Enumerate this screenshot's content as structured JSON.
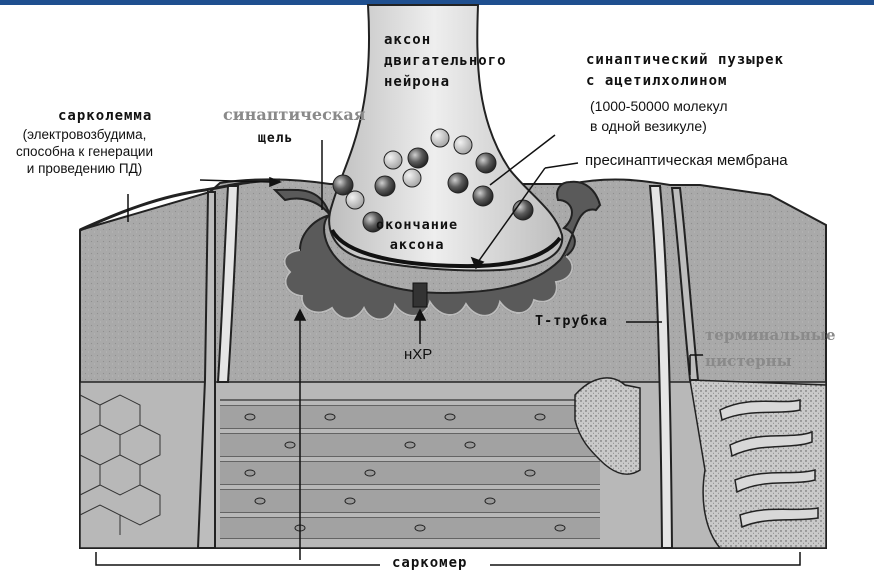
{
  "labels": {
    "axon": "аксон\nдвигательного\nнейрона",
    "vesicle": "синаптический пузырек\nс ацетилхолином",
    "molecules": "(1000-50000 молекул\nв одной везикуле)",
    "presynaptic": "пресинаптическая мембрана",
    "sarcolemma_title": "сарколемма",
    "sarcolemma_desc": "(электровозбудима,\nспособна к генерации\nи проведению ПД)",
    "cleft": "синаптическая",
    "cleft2": "щель",
    "ending": "окончание\nаксона",
    "ttube": "Т-трубка",
    "terminal": "терминальные\nцистерны",
    "nachr": "нХР",
    "sarcomere": "саркомер"
  },
  "colors": {
    "header_bar": "#1f4f8f",
    "fiber": "#a9a9a9",
    "axon": "#d8d8d8",
    "cleft": "#5a5a5a",
    "vesicle": "#5c5c5c"
  }
}
